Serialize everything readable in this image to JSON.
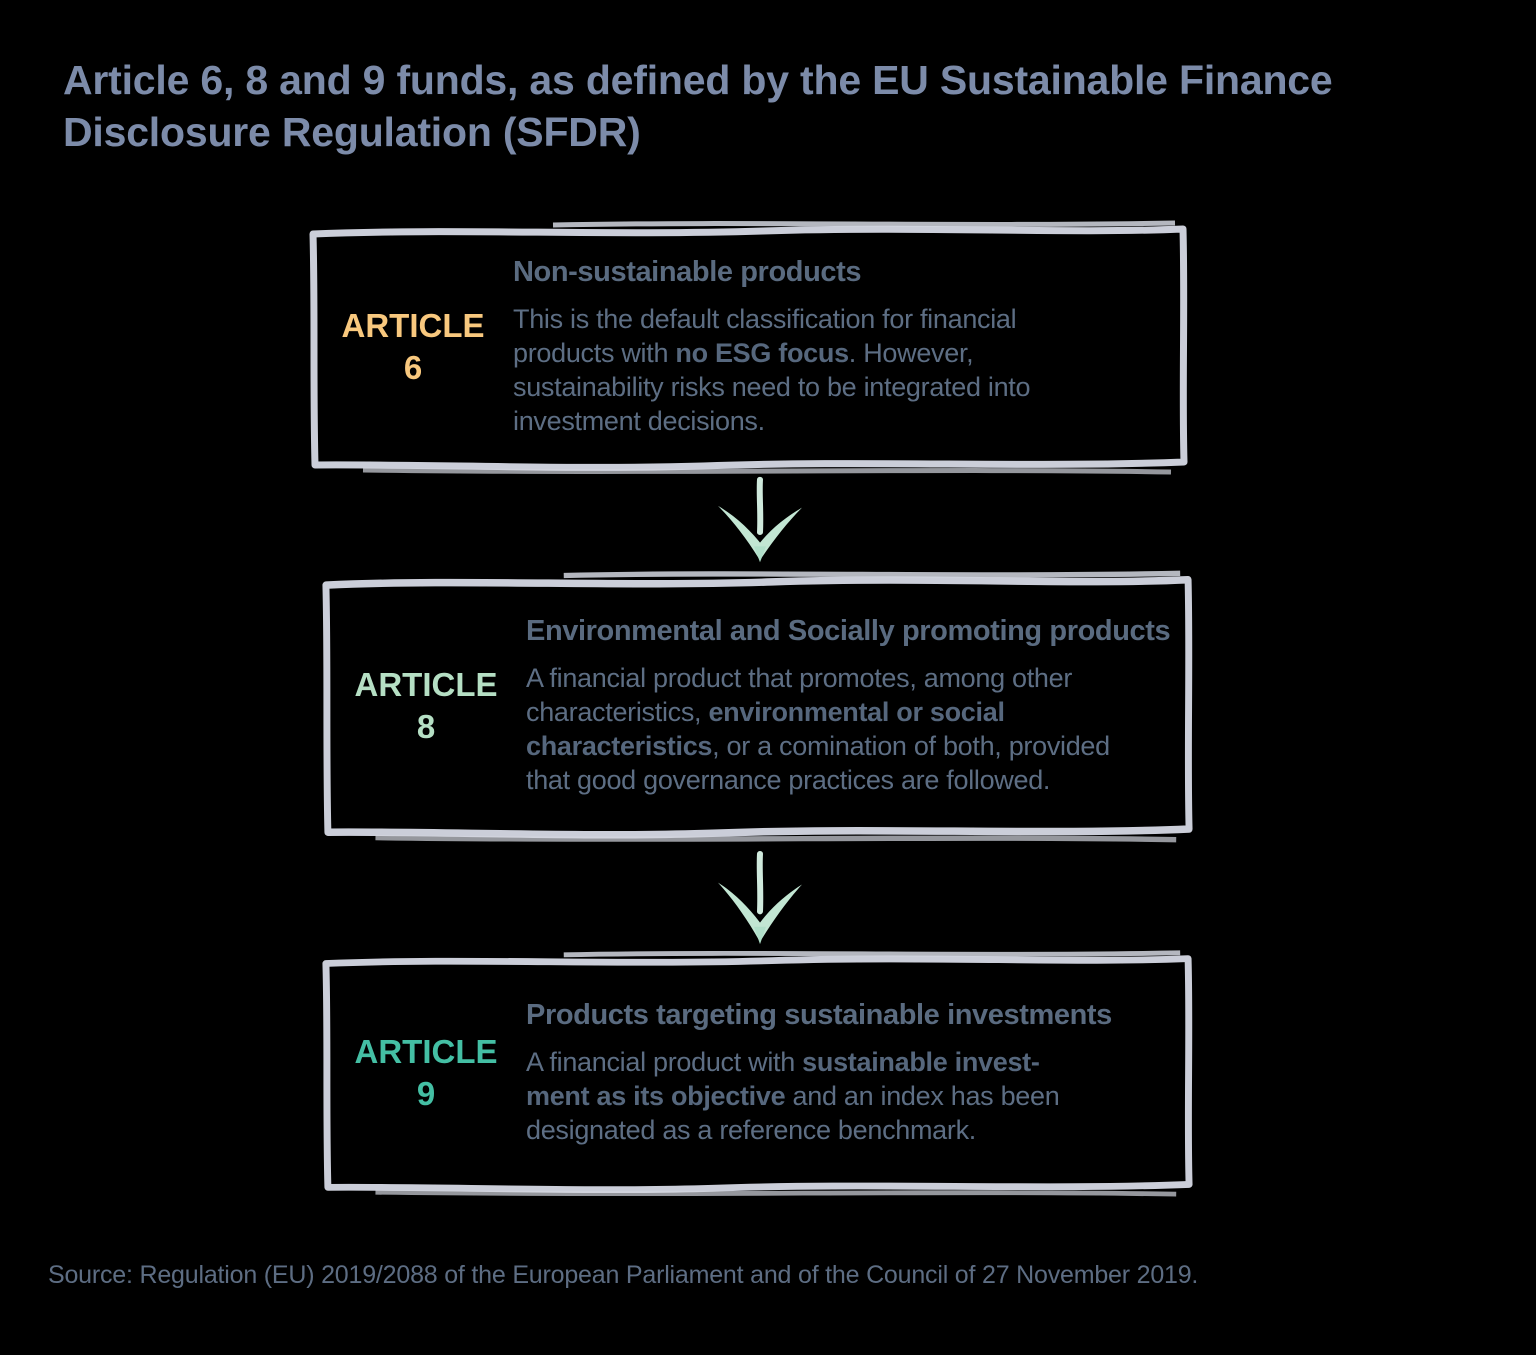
{
  "page": {
    "title_lines": [
      "Article 6, 8 and 9 funds, as defined by the EU Sustainable Finance",
      "Disclosure Regulation (SFDR)"
    ],
    "source": "Source: Regulation (EU) 2019/2088 of the European Parliament and of the Council of 27 November 2019."
  },
  "colors": {
    "background": "#000000",
    "title_text": "#7c8ba9",
    "heading_text": "#5a6b80",
    "body_text": "#5d6e84",
    "box_border": "#cbced9",
    "arrow": "#c2e6d3",
    "article_6_accent": "#f8c87e",
    "article_8_accent": "#b5dfc4",
    "article_9_accent": "#44bfa4"
  },
  "icons": {
    "flow_arrow": "down-arrow"
  },
  "boxes": [
    {
      "label_word": "ARTICLE",
      "label_number": "6",
      "heading": "Non-sustainable products",
      "body": [
        {
          "t": "This is the default classification for financial"
        },
        {
          "br": true
        },
        {
          "t": "products with "
        },
        {
          "t": "no ESG focus",
          "b": true
        },
        {
          "t": ". However,"
        },
        {
          "br": true
        },
        {
          "t": "sustainability risks need to be integrated into"
        },
        {
          "br": true
        },
        {
          "t": "investment decisions."
        }
      ]
    },
    {
      "label_word": "ARTICLE",
      "label_number": "8",
      "heading": "Environmental and Socially promoting products",
      "body": [
        {
          "t": "A financial product that promotes, among other"
        },
        {
          "br": true
        },
        {
          "t": "characteristics, "
        },
        {
          "t": "environmental or social",
          "b": true
        },
        {
          "br": true
        },
        {
          "t": "characteristics",
          "b": true
        },
        {
          "t": ", or a comination of both, provided"
        },
        {
          "br": true
        },
        {
          "t": "that good governance practices are followed."
        }
      ]
    },
    {
      "label_word": "ARTICLE",
      "label_number": "9",
      "heading": "Products targeting sustainable investments",
      "body": [
        {
          "t": "A financial product with "
        },
        {
          "t": "sustainable invest-",
          "b": true
        },
        {
          "br": true
        },
        {
          "t": "ment as its objective",
          "b": true
        },
        {
          "t": " and an index has been"
        },
        {
          "br": true
        },
        {
          "t": "designated as a reference benchmark."
        }
      ]
    }
  ]
}
